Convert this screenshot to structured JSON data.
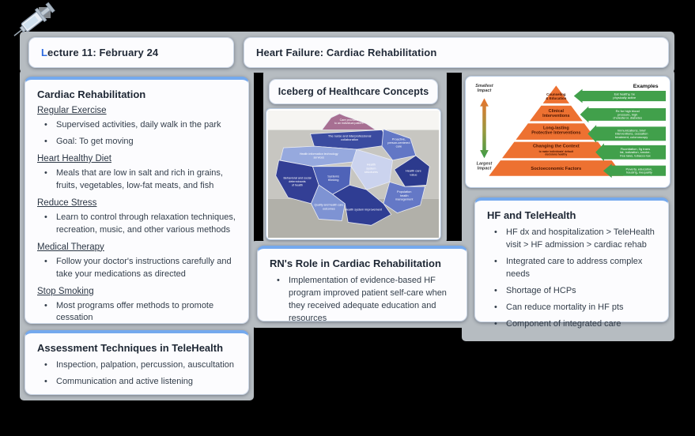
{
  "window": {
    "background": "#000000",
    "canvas_color": "#b6bcc1",
    "card_accent": "#74a9ee"
  },
  "headers": {
    "lecture": {
      "prefix": "L",
      "rest": "ecture 11: February 24",
      "accent_color": "#2e6be0"
    },
    "topic": {
      "title": "Heart Failure: Cardiac Rehabilitation"
    }
  },
  "cards": {
    "cardiac_rehab": {
      "title": "Cardiac Rehabilitation",
      "sections": [
        {
          "heading": "Regular Exercise",
          "bullets": [
            "Supervised activities, daily walk in the park",
            "Goal: To get moving"
          ]
        },
        {
          "heading": "Heart Healthy Diet",
          "bullets": [
            "Meals that are low in salt and rich in grains, fruits, vegetables, low-fat meats, and fish"
          ]
        },
        {
          "heading": "Reduce Stress",
          "bullets": [
            "Learn to control through relaxation techniques, recreation, music, and other various methods"
          ]
        },
        {
          "heading": "Medical Therapy",
          "bullets": [
            "Follow your doctor's instructions carefully and take your medications as directed"
          ]
        },
        {
          "heading": "Stop Smoking",
          "bullets": [
            "Most programs offer methods to promote cessation"
          ]
        }
      ]
    },
    "assessment": {
      "title": "Assessment Techniques in TeleHealth",
      "bullets": [
        "Inspection, palpation, percussion, auscultation",
        "Communication and active listening"
      ]
    },
    "iceberg": {
      "title": "Iceberg of Healthcare Concepts",
      "segments": [
        {
          "lines": [
            "Care provided",
            "to an individual patient"
          ],
          "color": "#a76f92"
        },
        {
          "lines": [
            "The nurse and interprofessional",
            "collaboration"
          ],
          "color": "#3a4ba0"
        },
        {
          "lines": [
            "Proactive,",
            "person-centered",
            "care"
          ],
          "color": "#6277c5"
        },
        {
          "lines": [
            "Health information technology",
            "services"
          ],
          "color": "#96a9de"
        },
        {
          "lines": [
            "Health",
            "system",
            "structures"
          ],
          "color": "#cbd3ee"
        },
        {
          "lines": [
            "Health care",
            "value"
          ],
          "color": "#2c3a8d"
        },
        {
          "lines": [
            "Behavioral and social",
            "determinants",
            "of health"
          ],
          "color": "#333f95"
        },
        {
          "lines": [
            "Systems",
            "thinking"
          ],
          "color": "#4f63b8"
        },
        {
          "lines": [
            "Population",
            "health",
            "management"
          ],
          "color": "#6478c6"
        },
        {
          "lines": [
            "Quality and health care",
            "outcomes"
          ],
          "color": "#7e93d3"
        },
        {
          "lines": [
            "Health system improvement"
          ],
          "color": "#2f3d93"
        }
      ]
    },
    "rn_role": {
      "title": "RN's Role in Cardiac Rehabilitation",
      "bullets": [
        "Implementation of evidence-based HF program improved patient self-care when they received adequate education and resources"
      ]
    },
    "hf_telehealth": {
      "title": "HF and TeleHealth",
      "bullets": [
        "HF dx and hospitalization > TeleHealth visit > HF admission > cardiac rehab",
        "Integrated care to address complex needs",
        "Shortage of HCPs",
        "Can reduce mortality in HF pts",
        "Component of integrated care"
      ]
    }
  },
  "pyramid": {
    "impact_top": "Smallest Impact",
    "impact_bottom": "Largest Impact",
    "examples_header": "Examples",
    "colors": {
      "pyramid": "#ed7131",
      "arrow_green": "#41a04b",
      "layer_text": "#4a1500"
    },
    "layers": [
      {
        "label_lines": [
          "Counseling",
          "& Education"
        ],
        "sub_lines": [],
        "example_lines": [
          "Eat healthy, be",
          "physically active"
        ]
      },
      {
        "label_lines": [
          "Clinical",
          "Interventions"
        ],
        "sub_lines": [],
        "example_lines": [
          "Rx for high blood",
          "pressure, high",
          "cholesterol, diabetes"
        ]
      },
      {
        "label_lines": [
          "Long-lasting",
          "Protective Interventions"
        ],
        "sub_lines": [],
        "example_lines": [
          "Immunizations, brief",
          "interventions, cessation",
          "treatment, colonoscopy"
        ]
      },
      {
        "label_lines": [
          "Changing the Context"
        ],
        "sub_lines": [
          "to make individuals' default",
          "decisions healthy"
        ],
        "example_lines": [
          "Fluoridation, 0g trans",
          "fat, iodization, smoke-",
          "free laws, tobacco tax"
        ]
      },
      {
        "label_lines": [
          "Socioeconomic Factors"
        ],
        "sub_lines": [],
        "example_lines": [
          "Poverty, education,",
          "housing, inequality"
        ]
      }
    ]
  }
}
